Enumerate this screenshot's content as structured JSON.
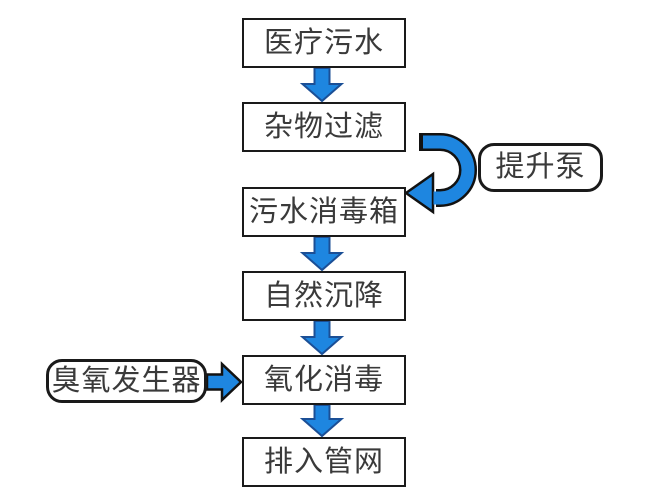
{
  "diagram": {
    "type": "flowchart",
    "direction": "top-down",
    "background_color": "#ffffff",
    "arrow_fill_color": "#1e86e0",
    "arrow_outline_color": "#121212",
    "down_arrow_outline_color": "#1b4f96",
    "box_border_color": "#1a1a1a",
    "text_color": "#3a3a3a",
    "nodes": [
      {
        "id": "medical-sewage",
        "label": "医疗污水",
        "shape": "rectangle"
      },
      {
        "id": "debris-filtration",
        "label": "杂物过滤",
        "shape": "rectangle"
      },
      {
        "id": "lift-pump",
        "label": "提升泵",
        "shape": "rounded-rectangle"
      },
      {
        "id": "sewage-disinfection-tank",
        "label": "污水消毒箱",
        "shape": "rectangle"
      },
      {
        "id": "natural-sedimentation",
        "label": "自然沉降",
        "shape": "rectangle"
      },
      {
        "id": "ozone-generator",
        "label": "臭氧发生器",
        "shape": "rounded-rectangle"
      },
      {
        "id": "oxidation-disinfection",
        "label": "氧化消毒",
        "shape": "rectangle"
      },
      {
        "id": "discharge-to-pipe-network",
        "label": "排入管网",
        "shape": "rectangle"
      }
    ],
    "edges": [
      {
        "from": "medical-sewage",
        "to": "debris-filtration",
        "style": "block-arrow-down"
      },
      {
        "from": "debris-filtration",
        "to": "sewage-disinfection-tank",
        "via": "lift-pump",
        "style": "u-turn-block-arrow"
      },
      {
        "from": "sewage-disinfection-tank",
        "to": "natural-sedimentation",
        "style": "block-arrow-down"
      },
      {
        "from": "natural-sedimentation",
        "to": "oxidation-disinfection",
        "style": "block-arrow-down"
      },
      {
        "from": "ozone-generator",
        "to": "oxidation-disinfection",
        "style": "block-arrow-right"
      },
      {
        "from": "oxidation-disinfection",
        "to": "discharge-to-pipe-network",
        "style": "block-arrow-down"
      }
    ]
  }
}
